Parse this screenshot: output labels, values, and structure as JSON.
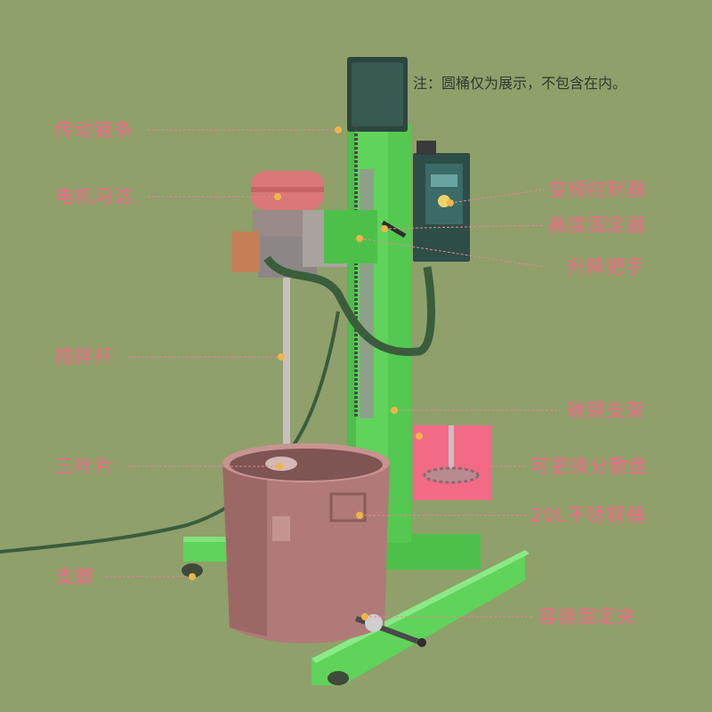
{
  "note": "注：圆桶仅为展示，不包含在内。",
  "labels": {
    "chain": "传动链条",
    "motor": "电机马达",
    "rod": "搅拌杆",
    "blades": "三叶片",
    "feet": "支脚",
    "vfd": "变频控制器",
    "height_fixer": "高度固定器",
    "lift_handle": "升降把手",
    "frame": "碳钢支架",
    "disc": "可更换分散盘",
    "bucket": "20L不锈钢桶",
    "clamp": "容器固定夹"
  },
  "colors": {
    "background": "#8fa06b",
    "frame_green": "#5fd35a",
    "label_pink": "#f06a86",
    "leader_line": "#e9849a",
    "motor_red": "#d97876",
    "steel": "#b07a78",
    "cable": "#3b5a3a"
  }
}
